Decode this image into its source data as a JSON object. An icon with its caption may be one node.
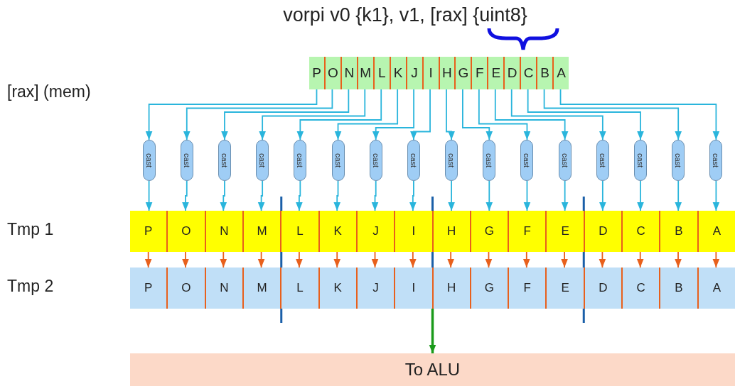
{
  "diagram": {
    "title": "vorpi v0 {k1}, v1, [rax] {uint8}",
    "nodes": [
      {
        "text": [],
        "shape": "bar"
      },
      {
        "text": [
          "P"
        ],
        "in": 0
      },
      {
        "text": [
          "O"
        ],
        "in": 0
      },
      {
        "text": [
          "N"
        ],
        "in": 0
      },
      {
        "text": [
          "M"
        ],
        "in": 0
      },
      {
        "text": [
          "L"
        ],
        "in": 0
      },
      {
        "text": [
          "K"
        ],
        "in": 0
      },
      {
        "text": [
          "J"
        ],
        "in": 0
      },
      {
        "text": [
          "I"
        ],
        "in": 0
      },
      {
        "text": [
          "H"
        ],
        "in": 0
      },
      {
        "text": [
          "G"
        ],
        "in": 0
      },
      {
        "text": [
          "F"
        ],
        "in": 0
      },
      {
        "text": [
          "E"
        ],
        "in": 0
      },
      {
        "text": [
          "D"
        ],
        "in": 0
      },
      {
        "text": [
          "C"
        ],
        "in": 0
      },
      {
        "text": [
          "B"
        ],
        "in": 0
      },
      {
        "text": [
          "A"
        ],
        "in": 0
      },
      {
        "text": [
          "cast"
        ]
      },
      {
        "text": [
          "cast"
        ]
      },
      {
        "text": [
          "cast"
        ]
      },
      {
        "text": [
          "cast"
        ]
      },
      {
        "text": [
          "cast"
        ]
      },
      {
        "text": [
          "cast"
        ]
      },
      {
        "text": [
          "cast"
        ]
      },
      {
        "text": [
          "cast"
        ]
      },
      {
        "text": [
          "cast"
        ]
      },
      {
        "text": [
          "cast"
        ]
      },
      {
        "text": [
          "cast"
        ]
      },
      {
        "text": [
          "cast"
        ]
      },
      {
        "text": [
          "cast"
        ]
      },
      {
        "text": [
          "cast"
        ]
      },
      {
        "text": [
          "cast"
        ]
      },
      {
        "text": [
          "cast"
        ]
      },
      {
        "text": [],
        "shape": "bar"
      },
      {
        "text": [
          "P"
        ],
        "in": 33
      },
      {
        "text": [
          "O"
        ],
        "in": 33
      },
      {
        "text": [
          "N"
        ],
        "in": 33
      },
      {
        "text": [
          "M"
        ],
        "in": 33
      },
      {
        "text": [
          "L"
        ],
        "in": 33
      },
      {
        "text": [
          "K"
        ],
        "in": 33
      },
      {
        "text": [
          "J"
        ],
        "in": 33
      },
      {
        "text": [
          "I"
        ],
        "in": 33
      },
      {
        "text": [
          "H"
        ],
        "in": 33
      },
      {
        "text": [
          "G"
        ],
        "in": 33
      },
      {
        "text": [
          "F"
        ],
        "in": 33
      },
      {
        "text": [
          "E"
        ],
        "in": 33
      },
      {
        "text": [
          "D"
        ],
        "in": 33
      },
      {
        "text": [
          "C"
        ],
        "in": 33
      },
      {
        "text": [
          "B"
        ],
        "in": 33
      },
      {
        "text": [
          "A"
        ],
        "in": 33
      },
      {
        "text": [],
        "shape": "bar"
      },
      {
        "text": [
          "P"
        ],
        "in": 50
      },
      {
        "text": [
          "O"
        ],
        "in": 50
      },
      {
        "text": [
          "N"
        ],
        "in": 50
      },
      {
        "text": [
          "M"
        ],
        "in": 50
      },
      {
        "text": [
          "L"
        ],
        "in": 50
      },
      {
        "text": [
          "K"
        ],
        "in": 50
      },
      {
        "text": [
          "J"
        ],
        "in": 50
      },
      {
        "text": [
          "I"
        ],
        "in": 50
      },
      {
        "text": [
          "H"
        ],
        "in": 50
      },
      {
        "text": [
          "G"
        ],
        "in": 50
      },
      {
        "text": [
          "F"
        ],
        "in": 50
      },
      {
        "text": [
          "E"
        ],
        "in": 50
      },
      {
        "text": [
          "D"
        ],
        "in": 50
      },
      {
        "text": [
          "C"
        ],
        "in": 50
      },
      {
        "text": [
          "B"
        ],
        "in": 50
      },
      {
        "text": [
          "A"
        ],
        "in": 50
      },
      {
        "text": [
          "To ALU"
        ]
      }
    ],
    "edges": [
      {
        "from": 1,
        "to": 17,
        "arrow": "to"
      },
      {
        "from": 2,
        "to": 18,
        "arrow": "to"
      },
      {
        "from": 3,
        "to": 19,
        "arrow": "to"
      },
      {
        "from": 4,
        "to": 20,
        "arrow": "to"
      },
      {
        "from": 5,
        "to": 21,
        "arrow": "to"
      },
      {
        "from": 6,
        "to": 22,
        "arrow": "to"
      },
      {
        "from": 7,
        "to": 23,
        "arrow": "to"
      },
      {
        "from": 8,
        "to": 24,
        "arrow": "to"
      },
      {
        "from": 9,
        "to": 25,
        "arrow": "to"
      },
      {
        "from": 10,
        "to": 26,
        "arrow": "to"
      },
      {
        "from": 11,
        "to": 27,
        "arrow": "to"
      },
      {
        "from": 12,
        "to": 28,
        "arrow": "to"
      },
      {
        "from": 13,
        "to": 29,
        "arrow": "to"
      },
      {
        "from": 14,
        "to": 30,
        "arrow": "to"
      },
      {
        "from": 15,
        "to": 31,
        "arrow": "to"
      },
      {
        "from": 16,
        "to": 32,
        "arrow": "to"
      },
      {
        "from": 17,
        "to": 34,
        "arrow": "to"
      },
      {
        "from": 18,
        "to": 35,
        "arrow": "to"
      },
      {
        "from": 19,
        "to": 36,
        "arrow": "to"
      },
      {
        "from": 20,
        "to": 37,
        "arrow": "to"
      },
      {
        "from": 21,
        "to": 38,
        "arrow": "to"
      },
      {
        "from": 22,
        "to": 39,
        "arrow": "to"
      },
      {
        "from": 23,
        "to": 40,
        "arrow": "to"
      },
      {
        "from": 24,
        "to": 41,
        "arrow": "to"
      },
      {
        "from": 25,
        "to": 42,
        "arrow": "to"
      },
      {
        "from": 26,
        "to": 43,
        "arrow": "to"
      },
      {
        "from": 27,
        "to": 44,
        "arrow": "to"
      },
      {
        "from": 28,
        "to": 45,
        "arrow": "to"
      },
      {
        "from": 29,
        "to": 46,
        "arrow": "to"
      },
      {
        "from": 30,
        "to": 47,
        "arrow": "to"
      },
      {
        "from": 31,
        "to": 48,
        "arrow": "to"
      },
      {
        "from": 32,
        "to": 49,
        "arrow": "to"
      },
      {
        "from": 34,
        "to": 51,
        "arrow": "to",
        "color": "#e8601c"
      },
      {
        "from": 35,
        "to": 52,
        "arrow": "to",
        "color": "#e8601c"
      },
      {
        "from": 36,
        "to": 53,
        "arrow": "to",
        "color": "#e8601c"
      },
      {
        "from": 37,
        "to": 54,
        "arrow": "to",
        "color": "#e8601c"
      },
      {
        "from": 38,
        "to": 55,
        "arrow": "to",
        "color": "#e8601c"
      },
      {
        "from": 39,
        "to": 56,
        "arrow": "to",
        "color": "#e8601c"
      },
      {
        "from": 40,
        "to": 57,
        "arrow": "to",
        "color": "#e8601c"
      },
      {
        "from": 41,
        "to": 58,
        "arrow": "to",
        "color": "#e8601c"
      },
      {
        "from": 42,
        "to": 59,
        "arrow": "to",
        "color": "#e8601c"
      },
      {
        "from": 43,
        "to": 60,
        "arrow": "to",
        "color": "#e8601c"
      },
      {
        "from": 44,
        "to": 61,
        "arrow": "to",
        "color": "#e8601c"
      },
      {
        "from": 45,
        "to": 62,
        "arrow": "to",
        "color": "#e8601c"
      },
      {
        "from": 46,
        "to": 63,
        "arrow": "to",
        "color": "#e8601c"
      },
      {
        "from": 47,
        "to": 64,
        "arrow": "to",
        "color": "#e8601c"
      },
      {
        "from": 48,
        "to": 65,
        "arrow": "to",
        "color": "#e8601c"
      },
      {
        "from": 49,
        "to": 66,
        "arrow": "to",
        "color": "#e8601c"
      },
      {
        "from": 50,
        "to": 67,
        "arrow": "to",
        "style": "thick",
        "color": "#1a9a1a"
      }
    ],
    "labels": [
      "[rax] (mem)",
      "Tmp 1",
      "Tmp 2"
    ]
  }
}
